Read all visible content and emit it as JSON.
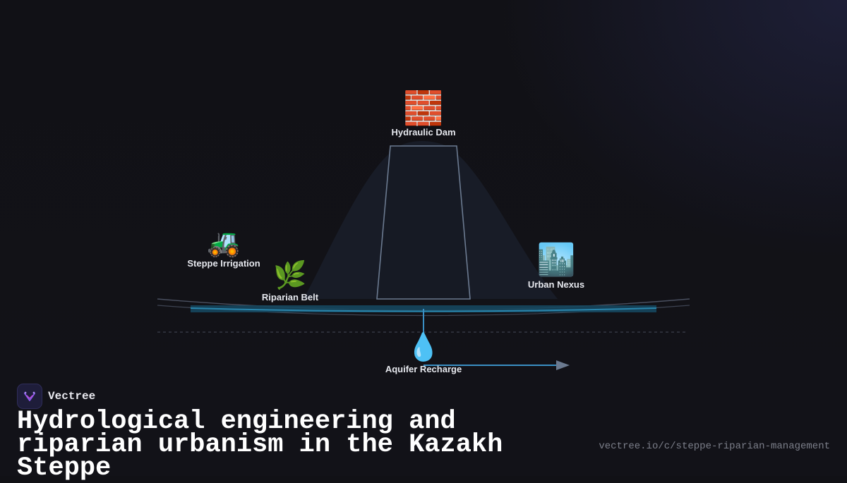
{
  "diagram": {
    "nodes": [
      {
        "id": "dam",
        "label": "Hydraulic Dam",
        "icon": "brick-icon",
        "glyph": "🧱"
      },
      {
        "id": "irrigation",
        "label": "Steppe Irrigation",
        "icon": "tractor-icon",
        "glyph": "🚜"
      },
      {
        "id": "riparian",
        "label": "Riparian Belt",
        "icon": "herb-icon",
        "glyph": "🌿"
      },
      {
        "id": "urban",
        "label": "Urban Nexus",
        "icon": "cityscape-icon",
        "glyph": "🏙️"
      },
      {
        "id": "aquifer",
        "label": "Aquifer Recharge",
        "icon": "droplet-icon",
        "glyph": "💧"
      }
    ]
  },
  "brand": {
    "name": "Vectree"
  },
  "footer": {
    "title": "Hydrological engineering and riparian urbanism in the Kazakh Steppe",
    "url": "vectree.io/c/steppe-riparian-management"
  },
  "colors": {
    "background": "#111116",
    "river": "#1d6f93",
    "dam_outline": "#6b7a90",
    "flow": "#3a8fc4",
    "label": "#e6e8ee"
  }
}
